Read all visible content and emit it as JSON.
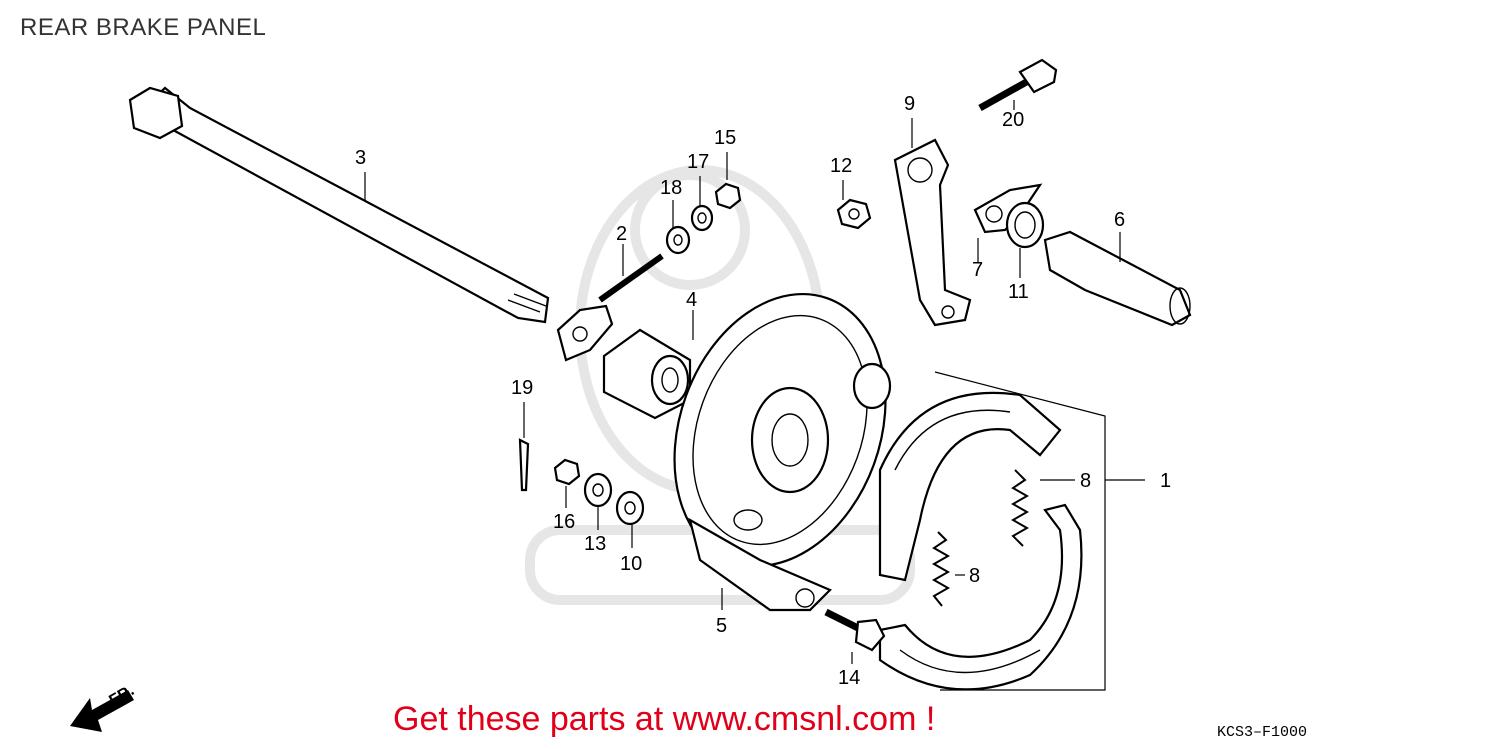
{
  "title": "REAR BRAKE PANEL",
  "banner": "Get these parts at www.cmsnl.com !",
  "diagram_code": "KCS3–F1000",
  "front_marker": "FR.",
  "callouts": {
    "c1": "1",
    "c2": "2",
    "c3": "3",
    "c4": "4",
    "c5": "5",
    "c6": "6",
    "c7": "7",
    "c8a": "8",
    "c8b": "8",
    "c9": "9",
    "c10": "10",
    "c11": "11",
    "c12": "12",
    "c13": "13",
    "c14": "14",
    "c15": "15",
    "c16": "16",
    "c17": "17",
    "c18": "18",
    "c19": "19",
    "c20": "20"
  }
}
